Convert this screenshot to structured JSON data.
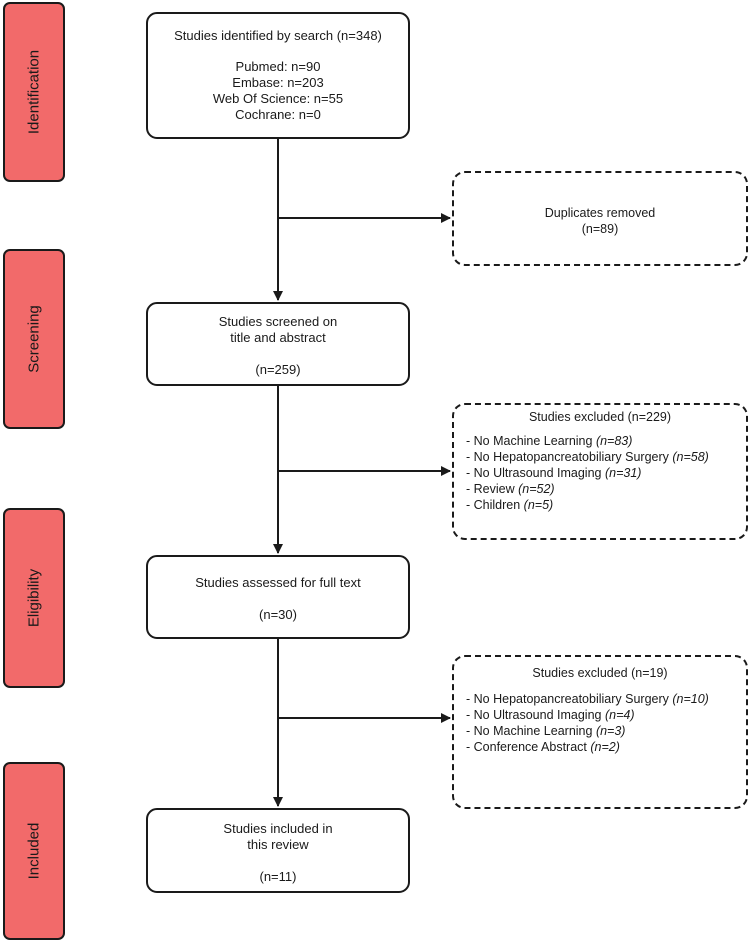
{
  "phases": {
    "identification": "Identification",
    "screening": "Screening",
    "eligibility": "Eligibility",
    "included": "Included"
  },
  "identified": {
    "title": "Studies identified by search (n=348)",
    "sources": [
      "Pubmed: n=90",
      "Embase: n=203",
      "Web Of Science: n=55",
      "Cochrane: n=0"
    ]
  },
  "duplicates": {
    "title": "Duplicates removed",
    "count": "(n=89)"
  },
  "screened": {
    "line1": "Studies screened on",
    "line2": "title and abstract",
    "count": "(n=259)"
  },
  "excluded_screening": {
    "title": "Studies excluded (n=229)",
    "reasons": [
      {
        "label": "- No Machine Learning ",
        "count": "(n=83)"
      },
      {
        "label": "- No Hepatopancreatobiliary Surgery ",
        "count": "(n=58)"
      },
      {
        "label": "- No Ultrasound Imaging ",
        "count": "(n=31)"
      },
      {
        "label": "- Review ",
        "count": "(n=52)"
      },
      {
        "label": "- Children ",
        "count": "(n=5)"
      }
    ]
  },
  "fulltext": {
    "title": "Studies assessed for full text",
    "count": "(n=30)"
  },
  "excluded_fulltext": {
    "title": "Studies excluded (n=19)",
    "reasons": [
      {
        "label": "- No Hepatopancreatobiliary Surgery ",
        "count": "(n=10)"
      },
      {
        "label": "- No Ultrasound Imaging ",
        "count": "(n=4)"
      },
      {
        "label": "- No Machine Learning ",
        "count": "(n=3)"
      },
      {
        "label": "- Conference Abstract ",
        "count": "(n=2)"
      }
    ]
  },
  "included": {
    "line1": "Studies included in",
    "line2": "this review",
    "count": "(n=11)"
  },
  "colors": {
    "phase_fill": "#f26a6a",
    "line": "#1a1a1a"
  }
}
